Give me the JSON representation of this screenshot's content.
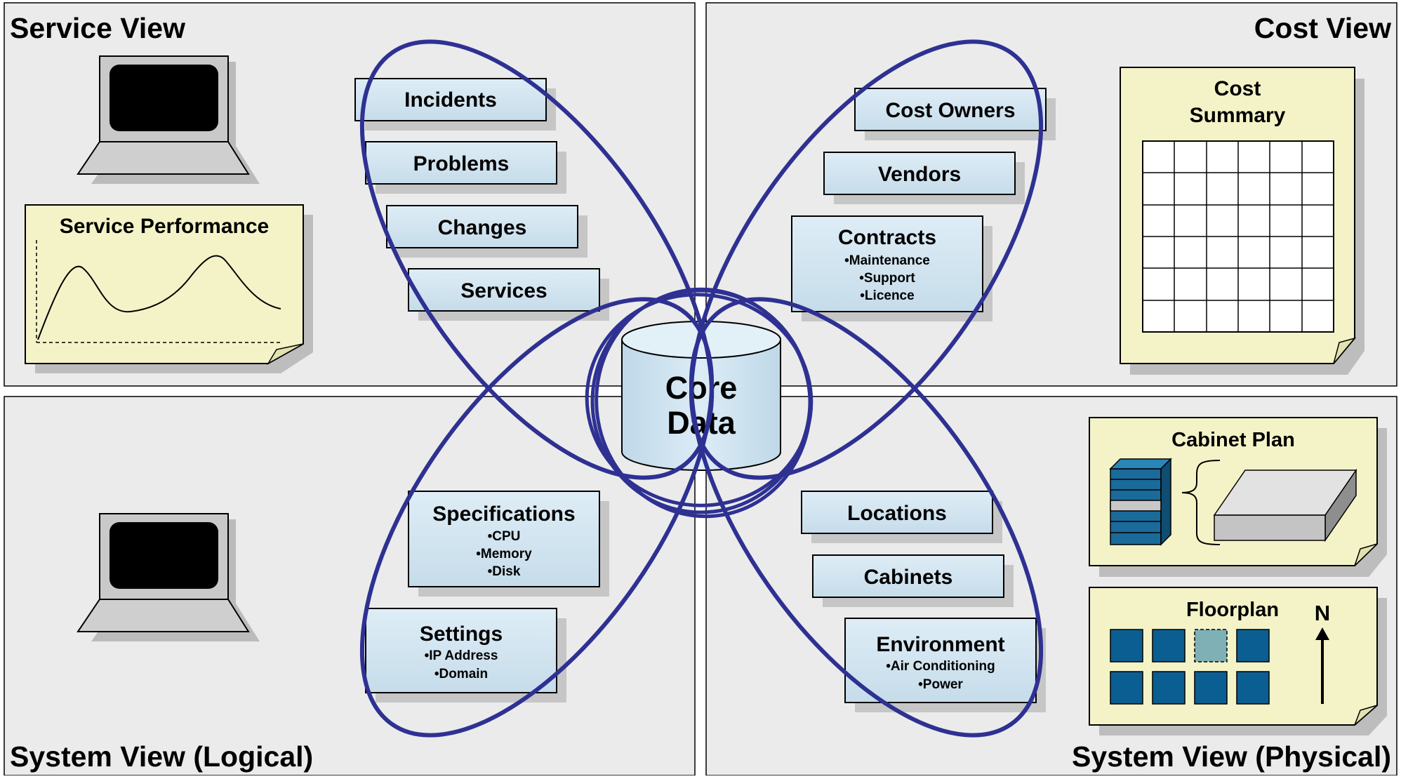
{
  "quadrants": {
    "service": "Service View",
    "cost": "Cost View",
    "logical": "System View (Logical)",
    "physical": "System View (Physical)"
  },
  "core": {
    "line1": "Core",
    "line2": "Data"
  },
  "service_performance": {
    "title": "Service Performance"
  },
  "cost_summary": {
    "line1": "Cost",
    "line2": "Summary"
  },
  "cabinet_plan": {
    "title": "Cabinet Plan"
  },
  "floorplan": {
    "title": "Floorplan",
    "north": "N"
  },
  "service_boxes": {
    "incidents": "Incidents",
    "problems": "Problems",
    "changes": "Changes",
    "services": "Services"
  },
  "cost_boxes": {
    "cost_owners": "Cost Owners",
    "vendors": "Vendors",
    "contracts": {
      "title": "Contracts",
      "items": [
        "•Maintenance",
        "•Support",
        "•Licence"
      ]
    }
  },
  "logical_boxes": {
    "specifications": {
      "title": "Specifications",
      "items": [
        "•CPU",
        "•Memory",
        "•Disk"
      ]
    },
    "settings": {
      "title": "Settings",
      "items": [
        "•IP Address",
        "•Domain"
      ]
    }
  },
  "physical_boxes": {
    "locations": "Locations",
    "cabinets": "Cabinets",
    "environment": {
      "title": "Environment",
      "items": [
        "•Air Conditioning",
        "•Power"
      ]
    }
  },
  "colors": {
    "panel": "#ebebeb",
    "box_fill": "#cde2ef",
    "ellipse": "#2e3192",
    "note": "#f4f3c7",
    "cabinet_blue": "#1a6a9a",
    "floor_tile": "#0b5e91"
  }
}
